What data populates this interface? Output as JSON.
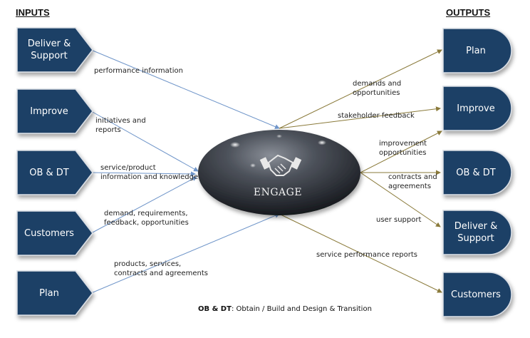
{
  "headers": {
    "inputs": "INPUTS",
    "outputs": "OUTPUTS"
  },
  "center": {
    "label": "ENGAGE",
    "icon": "handshake-icon"
  },
  "inputs": [
    {
      "label": "Deliver &\nSupport",
      "flow": "performance information"
    },
    {
      "label": "Improve",
      "flow": "initiatives and\nreports"
    },
    {
      "label": "OB & DT",
      "flow": "service/product\ninformation and knowledge"
    },
    {
      "label": "Customers",
      "flow": "demand, requirements,\nfeedback, opportunities"
    },
    {
      "label": "Plan",
      "flow": "products, services,\ncontracts and agreements"
    }
  ],
  "outputs": [
    {
      "label": "Plan",
      "flow": "demands and\nopportunities"
    },
    {
      "label": "Improve",
      "flow": "stakeholder feedback"
    },
    {
      "label": "OB & DT",
      "flow": "improvement\nopportunities"
    },
    {
      "label": "Deliver &\nSupport",
      "flow": "contracts and\nagreements"
    },
    {
      "label": "Customers",
      "flow": "user support"
    }
  ],
  "extra_flow": "service performance reports",
  "footnote": {
    "term": "OB & DT",
    "definition": ": Obtain / Build and Design & Transition"
  },
  "colors": {
    "node_fill": "#1e3f66",
    "input_arrow": "#6f95c9",
    "output_arrow": "#8a7a3a"
  }
}
